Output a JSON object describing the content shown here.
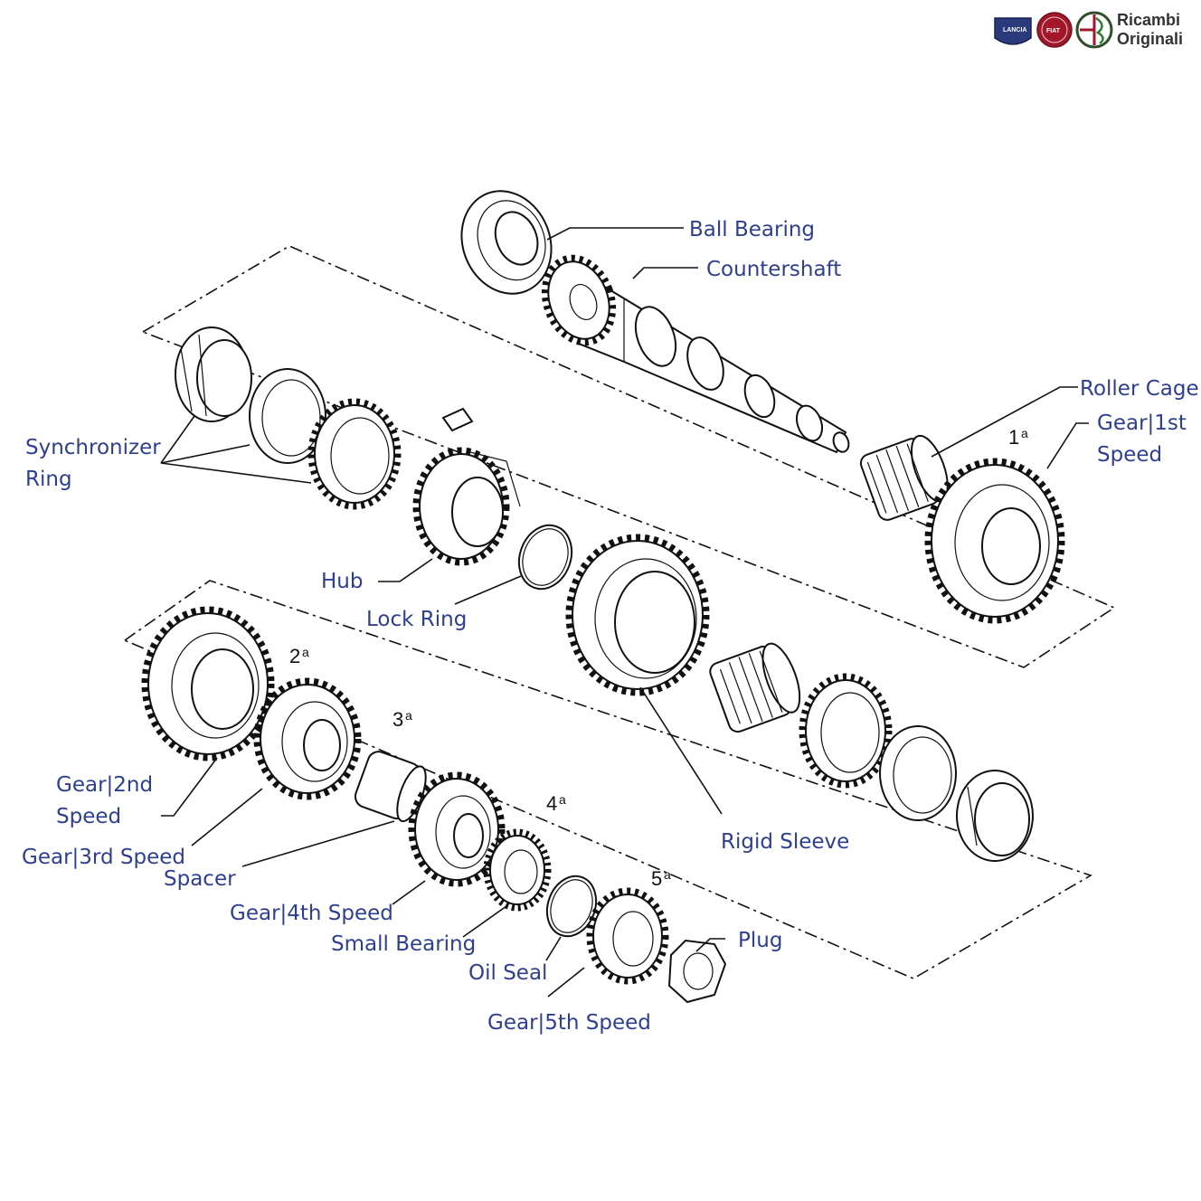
{
  "brand": {
    "line1": "Ricambi",
    "line2": "Originali",
    "logos": [
      {
        "icon": "lancia-logo-icon",
        "text": "LANCIA",
        "color": "#2a3a7a"
      },
      {
        "icon": "fiat-logo-icon",
        "text": "FIAT",
        "color": "#a3172a"
      },
      {
        "icon": "alfa-romeo-logo-icon",
        "text": "",
        "color": "#2f4f2a"
      }
    ]
  },
  "labels": {
    "ball_bearing": "Ball Bearing",
    "countershaft": "Countershaft",
    "roller_cage": "Roller Cage",
    "gear_1st_line1": "Gear|1st",
    "gear_1st_line2": "Speed",
    "synchronizer_line1": "Synchronizer",
    "synchronizer_line2": "Ring",
    "hub": "Hub",
    "lock_ring": "Lock Ring",
    "rigid_sleeve": "Rigid Sleeve",
    "gear_2nd_line1": "Gear|2nd",
    "gear_2nd_line2": "Speed",
    "gear_3rd": "Gear|3rd Speed",
    "spacer": "Spacer",
    "gear_4th": "Gear|4th Speed",
    "small_bearing": "Small Bearing",
    "oil_seal": "Oil Seal",
    "gear_5th": "Gear|5th Speed",
    "plug": "Plug"
  },
  "gear_numbers": [
    {
      "num": "1",
      "sup": "a"
    },
    {
      "num": "2",
      "sup": "a"
    },
    {
      "num": "3",
      "sup": "a"
    },
    {
      "num": "4",
      "sup": "a"
    },
    {
      "num": "5",
      "sup": "a"
    }
  ],
  "colors": {
    "label": "#2e3f8f",
    "line": "#111111"
  }
}
